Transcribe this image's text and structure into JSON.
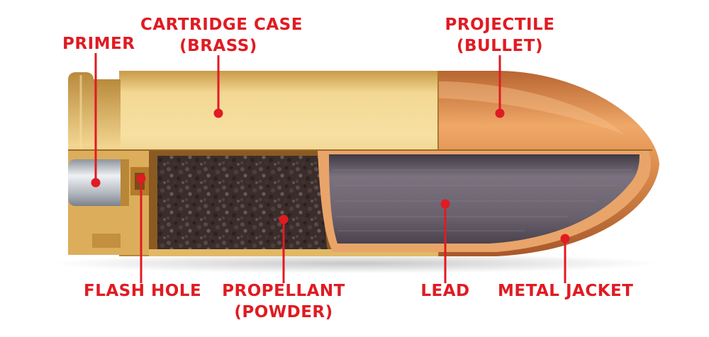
{
  "labels": {
    "primer": "PRIMER",
    "cartridge_case": [
      "CARTRIDGE CASE",
      "(BRASS)"
    ],
    "projectile": [
      "PROJECTILE",
      "(BULLET)"
    ],
    "flash_hole": "FLASH HOLE",
    "propellant": [
      "PROPELLANT",
      "(POWDER)"
    ],
    "lead": "LEAD",
    "metal_jacket": "METAL JACKET"
  },
  "colors": {
    "label_red": "#e01b22",
    "brass": "#e9c57a",
    "brass_dark": "#b98a3c",
    "copper": "#d98a4a",
    "copper_dark": "#a8582a",
    "lead": "#6f6673",
    "powder": "#3b2e2c",
    "primer_silver": "#c9cdd3",
    "cutaway_bg": "#8a5a22"
  }
}
